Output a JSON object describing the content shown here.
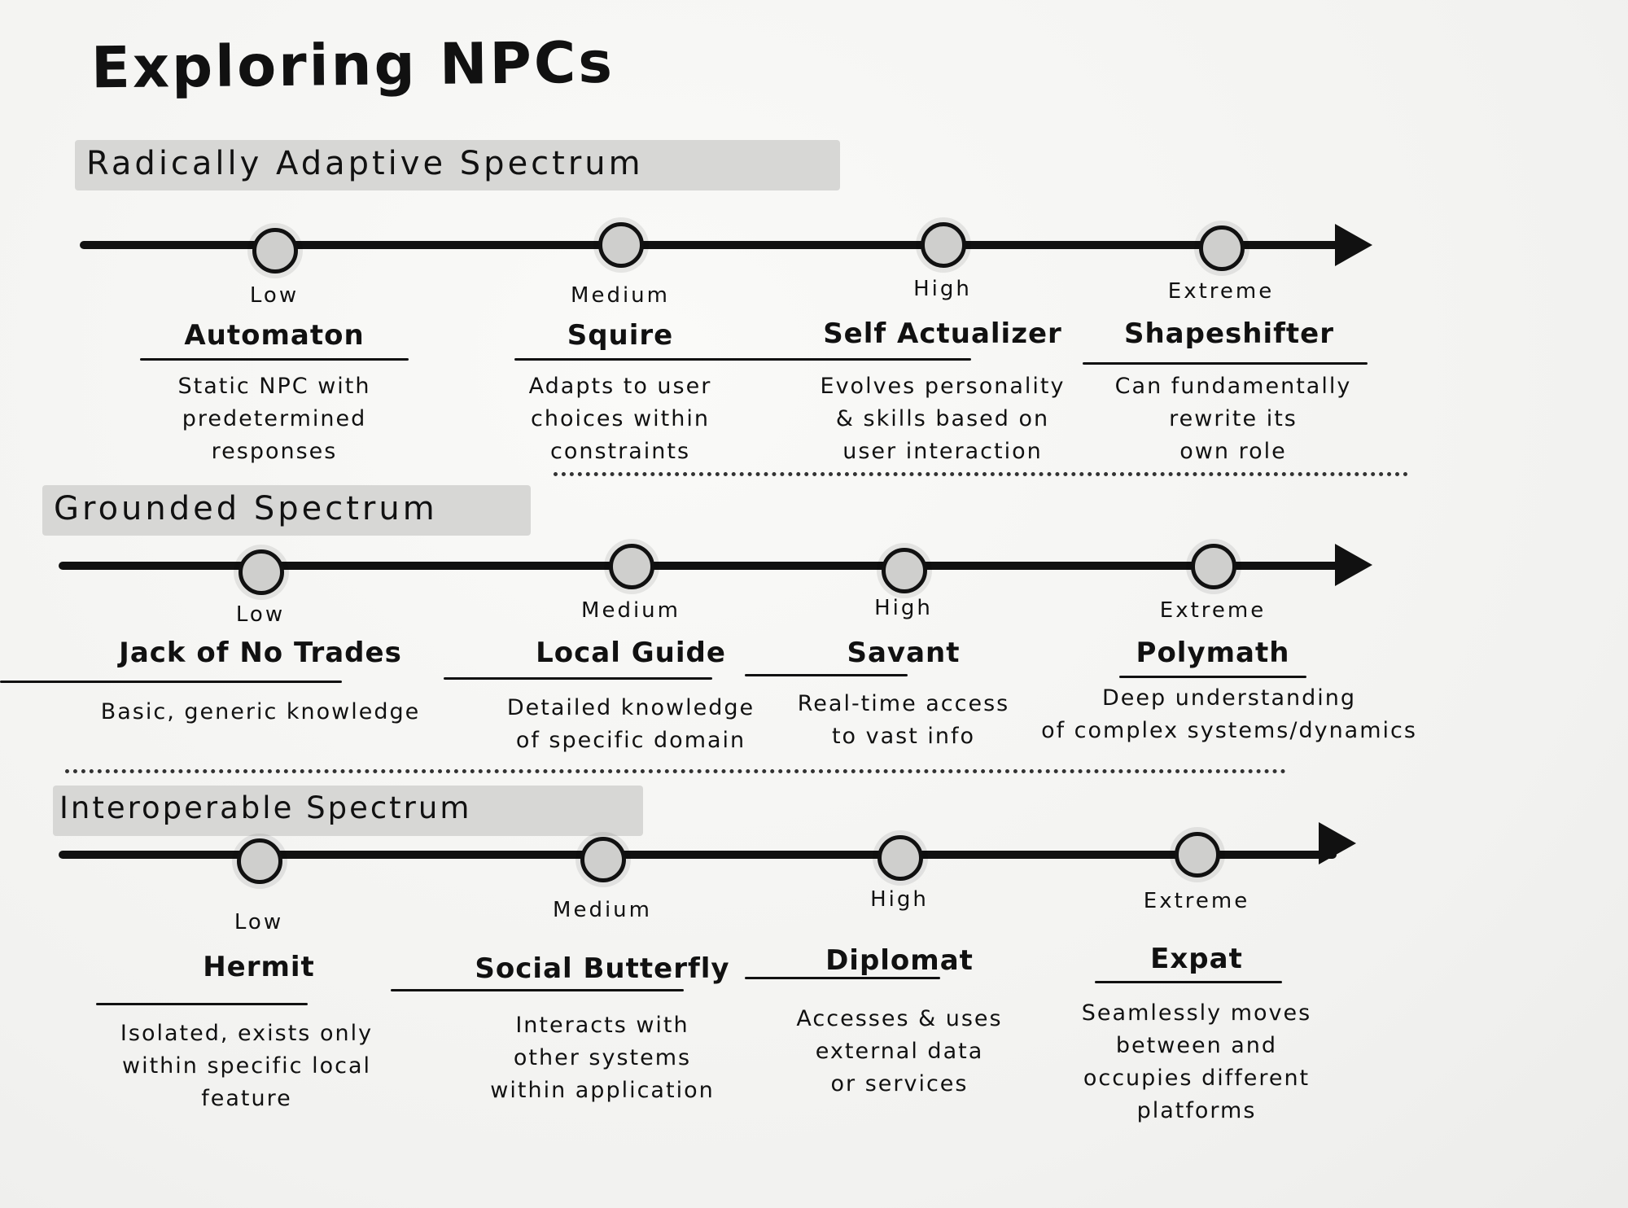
{
  "title": "Exploring NPCs",
  "spectrums": [
    {
      "name": "Radically Adaptive Spectrum",
      "stops": [
        {
          "level": "Low",
          "persona": "Automaton",
          "description": [
            "Static NPC with",
            "predetermined",
            "responses"
          ]
        },
        {
          "level": "Medium",
          "persona": "Squire",
          "description": [
            "Adapts to user",
            "choices within",
            "constraints"
          ]
        },
        {
          "level": "High",
          "persona": "Self Actualizer",
          "description": [
            "Evolves personality",
            "& skills based on",
            "user interaction"
          ]
        },
        {
          "level": "Extreme",
          "persona": "Shapeshifter",
          "description": [
            "Can fundamentally",
            "rewrite its",
            "own role"
          ]
        }
      ]
    },
    {
      "name": "Grounded Spectrum",
      "stops": [
        {
          "level": "Low",
          "persona": "Jack of No Trades",
          "description": [
            "Basic, generic knowledge"
          ]
        },
        {
          "level": "Medium",
          "persona": "Local Guide",
          "description": [
            "Detailed knowledge",
            "of specific domain"
          ]
        },
        {
          "level": "High",
          "persona": "Savant",
          "description": [
            "Real-time access",
            "to vast info"
          ]
        },
        {
          "level": "Extreme",
          "persona": "Polymath",
          "description": [
            "Deep understanding",
            "of complex systems/dynamics"
          ]
        }
      ]
    },
    {
      "name": "Interoperable Spectrum",
      "stops": [
        {
          "level": "Low",
          "persona": "Hermit",
          "description": [
            "Isolated, exists only",
            "within specific local",
            "feature"
          ]
        },
        {
          "level": "Medium",
          "persona": "Social Butterfly",
          "description": [
            "Interacts with",
            "other systems",
            "within application"
          ]
        },
        {
          "level": "High",
          "persona": "Diplomat",
          "description": [
            "Accesses & uses",
            "external data",
            "or services"
          ]
        },
        {
          "level": "Extreme",
          "persona": "Expat",
          "description": [
            "Seamlessly moves",
            "between and",
            "occupies different",
            "platforms"
          ]
        }
      ]
    }
  ]
}
